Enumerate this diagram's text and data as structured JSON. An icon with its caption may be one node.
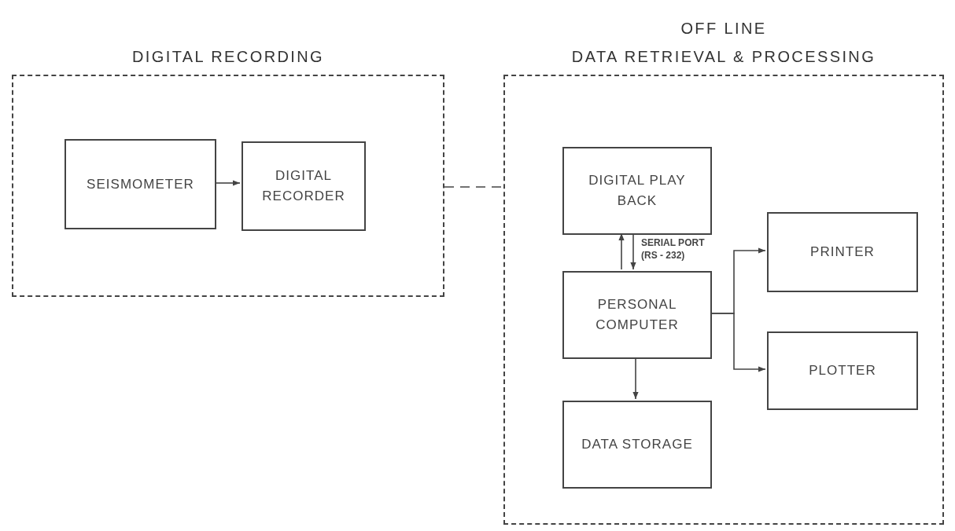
{
  "diagram": {
    "nodes": [
      {
        "text": [
          "DIGITAL RECORDING"
        ]
      },
      {
        "text": [
          "SEISMOMETER"
        ],
        "in": 0
      },
      {
        "text": [
          "DIGITAL RECORDER"
        ],
        "in": 0
      },
      {
        "text": [
          "OFF LINE",
          "DATA RETRIEVAL & PROCESSING"
        ]
      },
      {
        "text": [
          "DIGITAL PLAY BACK"
        ],
        "in": 3
      },
      {
        "text": [
          "PERSONAL COMPUTER"
        ],
        "in": 3
      },
      {
        "text": [
          "PRINTER"
        ],
        "in": 3
      },
      {
        "text": [
          "PLOTTER"
        ],
        "in": 3
      },
      {
        "text": [
          "DATA STORAGE"
        ],
        "in": 3
      }
    ],
    "edges": [
      {
        "from": 1,
        "to": 2,
        "arrow": "to"
      },
      {
        "from": 0,
        "to": 3,
        "arrow": "none",
        "style": "dashed"
      },
      {
        "from": 5,
        "to": 4,
        "arrow": "to"
      },
      {
        "from": 4,
        "to": 5,
        "arrow": "to",
        "label": "SERIAL PORT (RS - 232)"
      },
      {
        "from": 5,
        "to": 6,
        "arrow": "to"
      },
      {
        "from": 5,
        "to": 7,
        "arrow": "to"
      },
      {
        "from": 5,
        "to": 8,
        "arrow": "to"
      }
    ]
  }
}
